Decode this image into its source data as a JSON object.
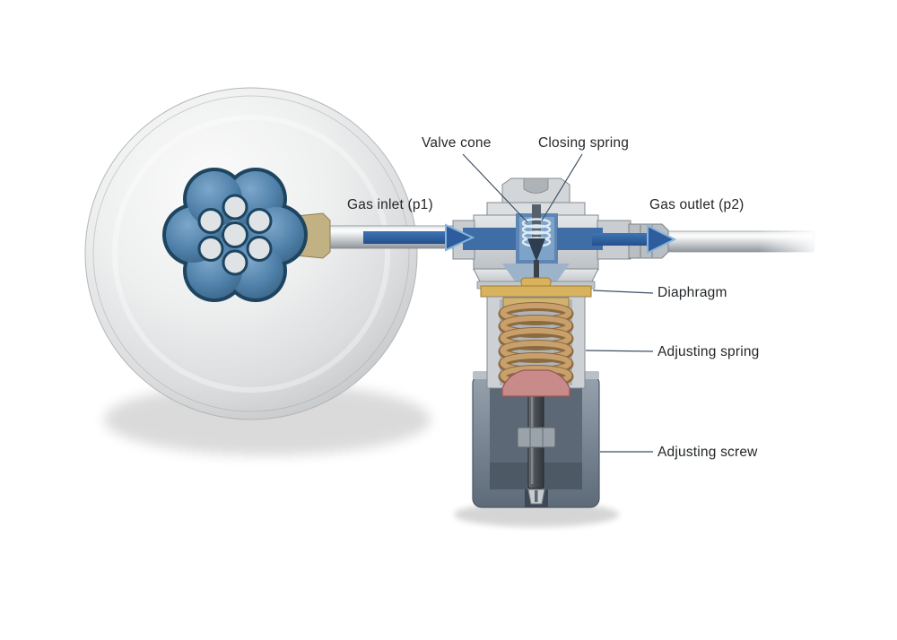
{
  "labels": {
    "valve_cone": "Valve cone",
    "closing_spring": "Closing spring",
    "gas_inlet": "Gas inlet (p1)",
    "gas_outlet": "Gas outlet (p2)",
    "diaphragm": "Diaphragm",
    "adjusting_spring": "Adjusting spring",
    "adjusting_screw": "Adjusting screw"
  },
  "colors": {
    "handwheel_blue": "#4e7fa8",
    "handwheel_outline": "#1d4560",
    "flow_arrow_blue": "#2e5d9d",
    "arrow_head_edge": "#85b4de",
    "diaphragm_gold": "#d8b25c",
    "adjusting_spring_tan": "#c9a06b",
    "spring_seat_pink": "#c98a8a",
    "housing_slate": "#76828f",
    "body_gray": "#d3d7da",
    "brass_fitting": "#c2b183",
    "label_text": "#24272a"
  }
}
